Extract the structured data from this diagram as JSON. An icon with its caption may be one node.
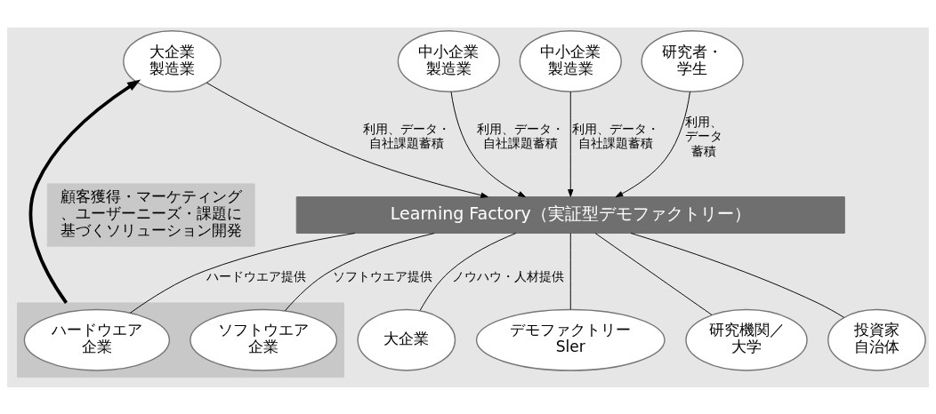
{
  "diagram": {
    "nodes": [
      {
        "text": [
          "大企業製造業"
        ]
      },
      {
        "text": [
          "中小企業製造業"
        ]
      },
      {
        "text": [
          "中小企業製造業"
        ]
      },
      {
        "text": [
          "研究者・学生"
        ]
      },
      {
        "text": [
          "顧客獲得・マーケティング、ユーザーニーズ・課題に基づくソリューション開発"
        ]
      },
      {
        "text": [
          "Learning Factory（実証型デモファクトリー）"
        ]
      },
      {
        "text": [],
        "shape": "box"
      },
      {
        "text": [
          "ハードウエア企業"
        ],
        "in": 6
      },
      {
        "text": [
          "ソフトウエア企業"
        ],
        "in": 6
      },
      {
        "text": [
          "大企業"
        ]
      },
      {
        "text": [
          "デモファクトリー Sler"
        ]
      },
      {
        "text": [
          "研究機関／大学"
        ]
      },
      {
        "text": [
          "投資家自治体"
        ]
      }
    ],
    "edges": [
      {
        "from": 0,
        "to": 5,
        "arrow": "to",
        "label": "利用、データ・自社課題蓄積"
      },
      {
        "from": 1,
        "to": 5,
        "arrow": "to",
        "label": "利用、データ・自社課題蓄積"
      },
      {
        "from": 2,
        "to": 5,
        "arrow": "to",
        "label": "利用、データ・自社課題蓄積"
      },
      {
        "from": 3,
        "to": 5,
        "arrow": "to",
        "label": "利用、データ蓄積"
      },
      {
        "from": 5,
        "to": 7,
        "arrow": "none",
        "label": "ハードウエア提供"
      },
      {
        "from": 5,
        "to": 8,
        "arrow": "none",
        "label": "ソフトウエア提供"
      },
      {
        "from": 5,
        "to": 9,
        "arrow": "none",
        "label": "ノウハウ・人材提供"
      },
      {
        "from": 5,
        "to": 10,
        "arrow": "none"
      },
      {
        "from": 5,
        "to": 11,
        "arrow": "none"
      },
      {
        "from": 5,
        "to": 12,
        "arrow": "none"
      },
      {
        "from": 6,
        "to": 0,
        "arrow": "to",
        "style": "thick"
      }
    ]
  }
}
